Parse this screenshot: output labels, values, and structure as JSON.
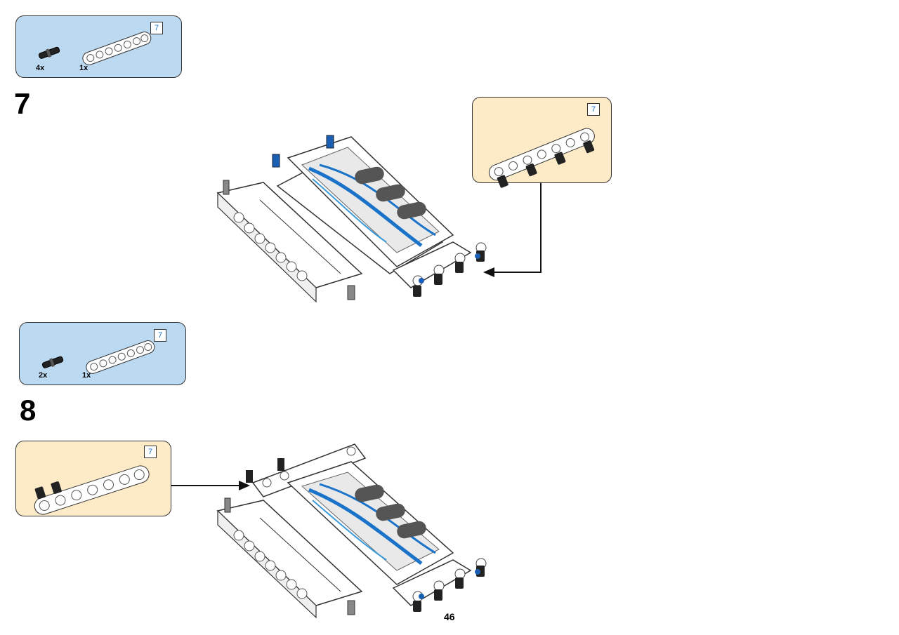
{
  "page": {
    "number": "46"
  },
  "steps": [
    {
      "number": "7",
      "parts": [
        {
          "icon": "pin-icon",
          "qty": "4x"
        },
        {
          "icon": "beam-icon",
          "qty": "1x",
          "length": "7"
        }
      ],
      "subassembly": {
        "icon": "beam-with-pins-icon",
        "length": "7"
      }
    },
    {
      "number": "8",
      "parts": [
        {
          "icon": "pin-icon",
          "qty": "2x"
        },
        {
          "icon": "beam-icon",
          "qty": "1x",
          "length": "7"
        }
      ],
      "subassembly": {
        "icon": "beam-with-pins-icon",
        "length": "7"
      }
    }
  ],
  "colors": {
    "parts_callout": "#bcd9f2",
    "subassembly_callout": "#fdebc8",
    "accent_blue": "#1a73c8"
  }
}
